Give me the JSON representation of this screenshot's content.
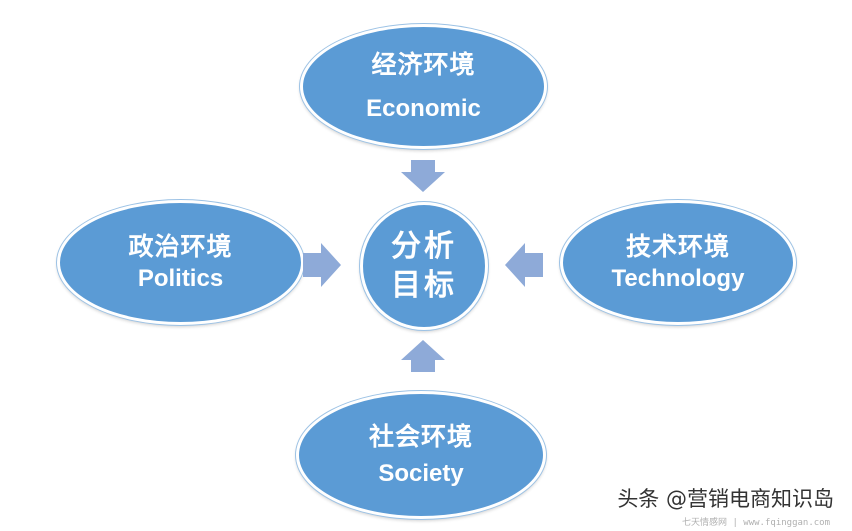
{
  "center": {
    "line1": "分析",
    "line2": "目标"
  },
  "nodes": {
    "economic": {
      "zh": "经济环境",
      "en": "Economic"
    },
    "politics": {
      "zh": "政治环境",
      "en": "Politics"
    },
    "technology": {
      "zh": "技术环境",
      "en": "Technology"
    },
    "society": {
      "zh": "社会环境",
      "en": "Society"
    }
  },
  "arrows": {
    "color": "#8eaad8",
    "icon": "chevron-arrow"
  },
  "colors": {
    "node_fill": "#5b9bd5",
    "text": "#ffffff"
  },
  "watermark": {
    "main": "头条 @营销电商知识岛",
    "small": "七天情感网 | www.fqinggan.com"
  }
}
